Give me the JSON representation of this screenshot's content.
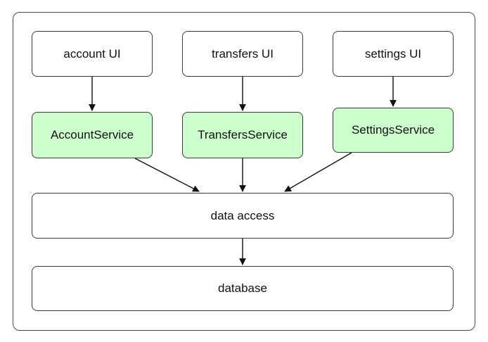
{
  "diagram": {
    "ui_layer": [
      {
        "id": "account-ui",
        "label": "account UI"
      },
      {
        "id": "transfers-ui",
        "label": "transfers UI"
      },
      {
        "id": "settings-ui",
        "label": "settings UI"
      }
    ],
    "service_layer": [
      {
        "id": "account-service",
        "label": "AccountService"
      },
      {
        "id": "transfers-service",
        "label": "TransfersService"
      },
      {
        "id": "settings-service",
        "label": "SettingsService"
      }
    ],
    "data_access": {
      "label": "data access"
    },
    "database": {
      "label": "database"
    },
    "edges": [
      {
        "from": "account-ui",
        "to": "account-service"
      },
      {
        "from": "transfers-ui",
        "to": "transfers-service"
      },
      {
        "from": "settings-ui",
        "to": "settings-service"
      },
      {
        "from": "account-service",
        "to": "data-access"
      },
      {
        "from": "transfers-service",
        "to": "data-access"
      },
      {
        "from": "settings-service",
        "to": "data-access"
      },
      {
        "from": "data-access",
        "to": "database"
      }
    ],
    "colors": {
      "service_fill": "#ccffcc",
      "box_fill": "#ffffff",
      "stroke": "#3a3a3a",
      "arrow": "#111111"
    }
  }
}
